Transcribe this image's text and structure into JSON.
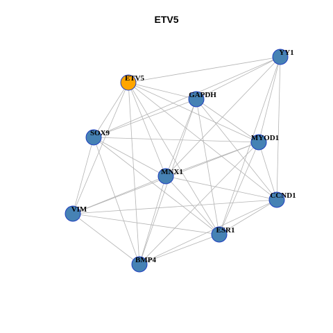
{
  "title": "ETV5",
  "colors": {
    "hub": "#FFA500",
    "node": "#4682B4",
    "node_border": "#1f3fbf",
    "edge": "#b3b3b3"
  },
  "nodes": [
    {
      "id": "ETV5",
      "label": "ETV5",
      "hub": true
    },
    {
      "id": "YY1",
      "label": "YY1",
      "hub": false
    },
    {
      "id": "GAPDH",
      "label": "GAPDH",
      "hub": false
    },
    {
      "id": "SOX9",
      "label": "SOX9",
      "hub": false
    },
    {
      "id": "MYOD1",
      "label": "MYOD1",
      "hub": false
    },
    {
      "id": "MNX1",
      "label": "MNX1",
      "hub": false
    },
    {
      "id": "CCND1",
      "label": "CCND1",
      "hub": false
    },
    {
      "id": "VIM",
      "label": "VIM",
      "hub": false
    },
    {
      "id": "ESR1",
      "label": "ESR1",
      "hub": false
    },
    {
      "id": "BMP4",
      "label": "BMP4",
      "hub": false
    }
  ],
  "edges": [
    [
      "ETV5",
      "YY1"
    ],
    [
      "ETV5",
      "GAPDH"
    ],
    [
      "ETV5",
      "SOX9"
    ],
    [
      "ETV5",
      "MYOD1"
    ],
    [
      "ETV5",
      "MNX1"
    ],
    [
      "ETV5",
      "CCND1"
    ],
    [
      "ETV5",
      "VIM"
    ],
    [
      "ETV5",
      "ESR1"
    ],
    [
      "ETV5",
      "BMP4"
    ],
    [
      "YY1",
      "GAPDH"
    ],
    [
      "YY1",
      "SOX9"
    ],
    [
      "YY1",
      "MYOD1"
    ],
    [
      "YY1",
      "MNX1"
    ],
    [
      "YY1",
      "CCND1"
    ],
    [
      "YY1",
      "ESR1"
    ],
    [
      "GAPDH",
      "SOX9"
    ],
    [
      "GAPDH",
      "MYOD1"
    ],
    [
      "GAPDH",
      "MNX1"
    ],
    [
      "GAPDH",
      "CCND1"
    ],
    [
      "GAPDH",
      "ESR1"
    ],
    [
      "GAPDH",
      "BMP4"
    ],
    [
      "SOX9",
      "MYOD1"
    ],
    [
      "SOX9",
      "MNX1"
    ],
    [
      "SOX9",
      "VIM"
    ],
    [
      "SOX9",
      "ESR1"
    ],
    [
      "SOX9",
      "BMP4"
    ],
    [
      "MYOD1",
      "MNX1"
    ],
    [
      "MYOD1",
      "CCND1"
    ],
    [
      "MYOD1",
      "VIM"
    ],
    [
      "MYOD1",
      "ESR1"
    ],
    [
      "MYOD1",
      "BMP4"
    ],
    [
      "MNX1",
      "CCND1"
    ],
    [
      "MNX1",
      "VIM"
    ],
    [
      "MNX1",
      "ESR1"
    ],
    [
      "MNX1",
      "BMP4"
    ],
    [
      "CCND1",
      "VIM"
    ],
    [
      "CCND1",
      "ESR1"
    ],
    [
      "CCND1",
      "BMP4"
    ],
    [
      "VIM",
      "ESR1"
    ],
    [
      "VIM",
      "BMP4"
    ],
    [
      "ESR1",
      "BMP4"
    ]
  ]
}
